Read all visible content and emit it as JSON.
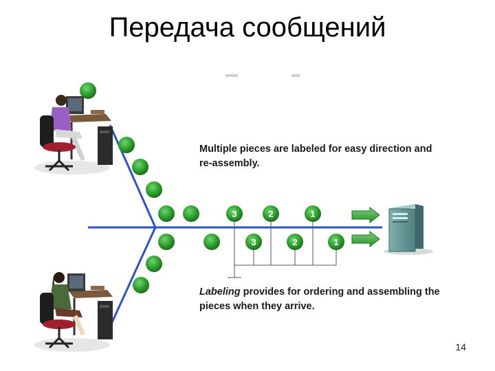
{
  "title": "Передача сообщений",
  "caption_top": "Multiple pieces are labeled for easy direction and re-assembly.",
  "caption_bottom": {
    "emphasis": "Labeling",
    "rest": " provides for ordering and assembling the pieces when they arrive."
  },
  "packet_labels": {
    "top_row": [
      "3",
      "2",
      "1"
    ],
    "bottom_row": [
      "3",
      "2",
      "1"
    ]
  },
  "slide_number": "14",
  "colors": {
    "line": "#2a52c9",
    "packet": "#2ea02e",
    "arrow": "#3aa83a",
    "server": "#5f9090"
  },
  "icons": [
    "user-workstation-icon",
    "server-icon",
    "arrow-icon"
  ]
}
